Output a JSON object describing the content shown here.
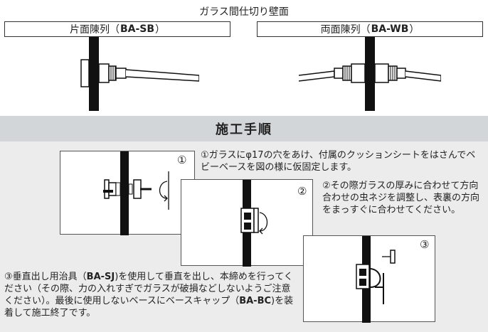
{
  "header": {
    "title": "ガラス間仕切り壁面"
  },
  "labels": {
    "single": {
      "prefix": "片面陳列（",
      "code": "BA-SB",
      "suffix": "）"
    },
    "double": {
      "prefix": "両面陳列（",
      "code": "BA-WB",
      "suffix": "）"
    }
  },
  "procedure": {
    "title": "施工手順"
  },
  "steps": [
    {
      "number": "①",
      "text": "①ガラスにφ17の穴をあけ、付属のクッションシートをはさんでベビーベースを図の様に仮固定します。"
    },
    {
      "number": "②",
      "text": "②その際ガラスの厚みに合わせて方向合わせの虫ネジを調整し、表裏の方向をまっすぐに合わせてください。"
    },
    {
      "number": "③",
      "text_a": "③垂直出し用治具（",
      "code_a": "BA-SJ",
      "text_b": ")を使用して垂直を出し、本締めを行ってください（その際、力の入れすぎでガラスが破損などしないようご注意ください）。最後に使用しないベースにベースキャップ（",
      "code_b": "BA-BC",
      "text_c": ")を装着して施工終了です。"
    }
  ]
}
